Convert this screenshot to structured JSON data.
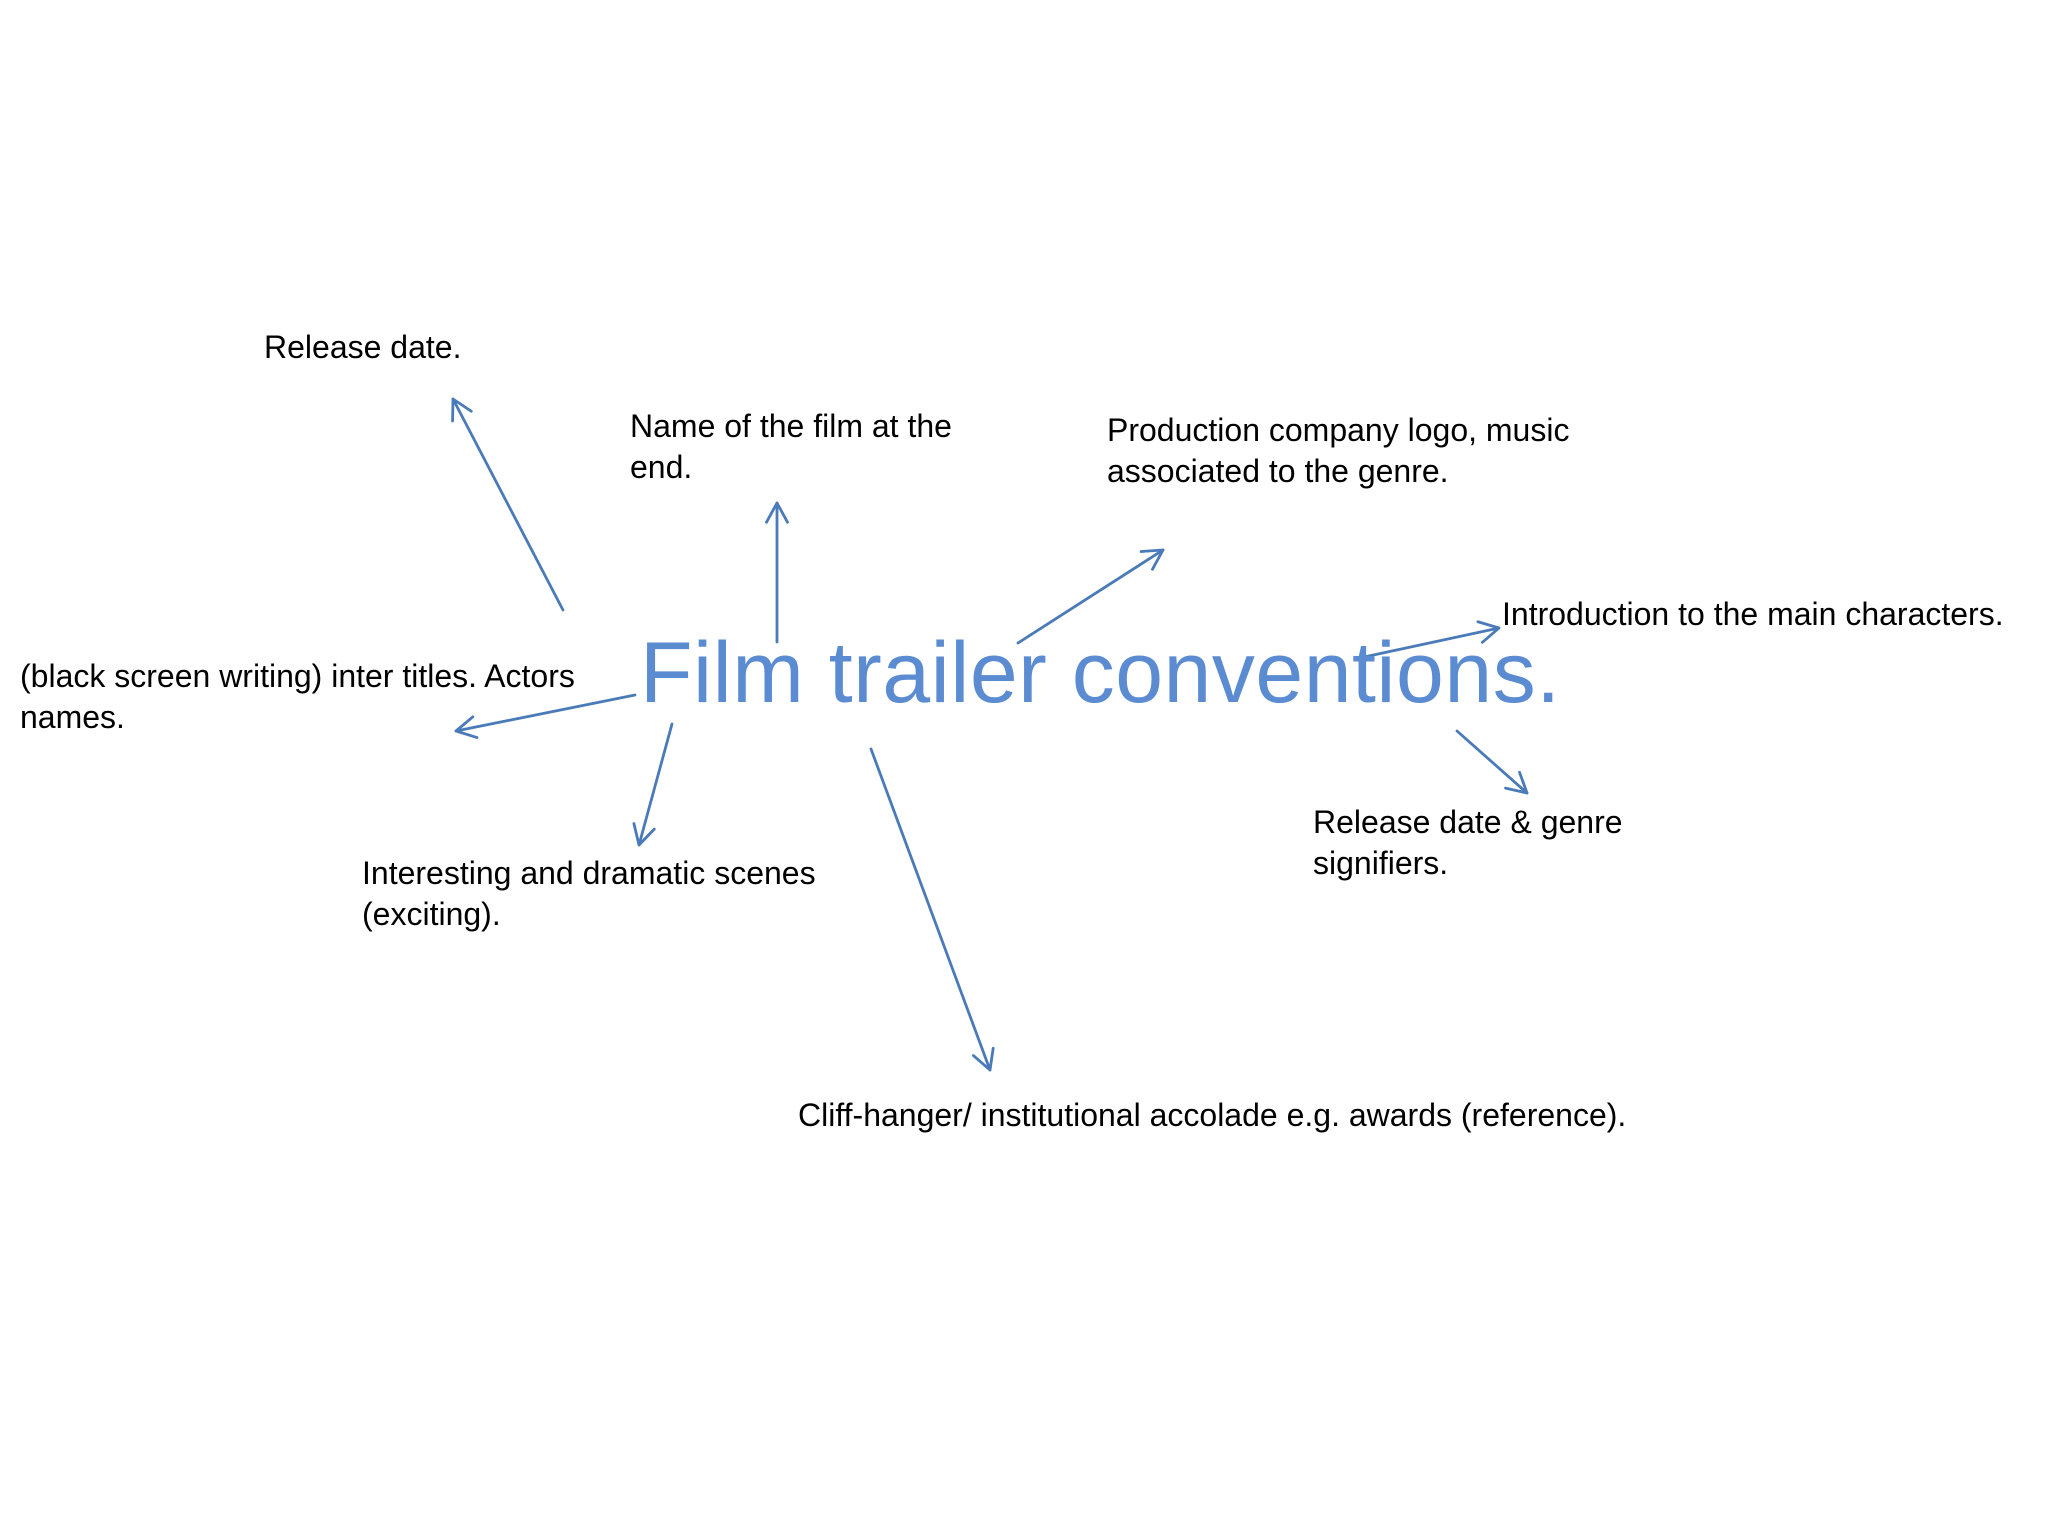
{
  "colors": {
    "title": "#5b8bd0",
    "arrow": "#4a7ab8",
    "text": "#000000"
  },
  "diagram": {
    "title": "Film trailer conventions.",
    "notes": {
      "release_date": [
        "Release date."
      ],
      "name_of_film": [
        "Name of the film at the",
        "end."
      ],
      "production": [
        "Production company logo, music",
        "associated to the genre."
      ],
      "introduction": [
        "Introduction to the main characters."
      ],
      "intertitles": [
        "(black screen writing) inter titles. Actors",
        "names."
      ],
      "interesting": [
        "Interesting and dramatic scenes",
        "(exciting)."
      ],
      "release_genre": [
        "Release date & genre",
        "signifiers."
      ],
      "cliffhanger": [
        "Cliff-hanger/ institutional accolade e.g. awards (reference)."
      ]
    }
  }
}
